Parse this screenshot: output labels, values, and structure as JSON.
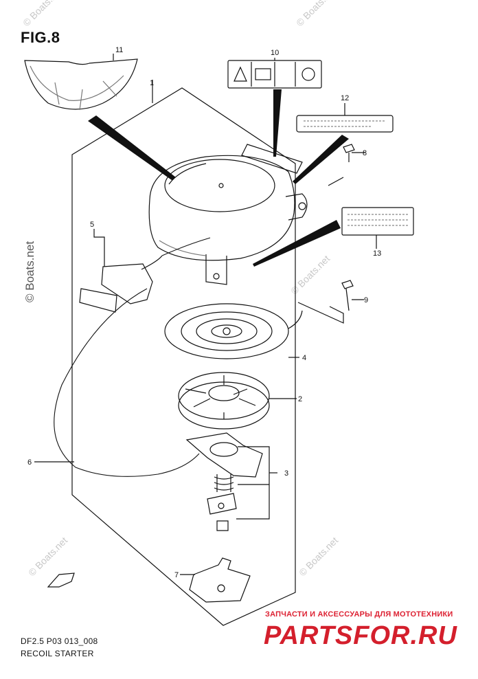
{
  "figure": {
    "title": "FIG.8",
    "caption_code": "DF2.5 P03 013_008",
    "caption_name": "RECOIL STARTER"
  },
  "watermarks": {
    "main": "© Boats.net",
    "corner": "© Boats.net"
  },
  "brand": {
    "tagline": "ЗАПЧАСТИ И АКСЕССУАРЫ ДЛЯ МОТОТЕХНИКИ",
    "name": "PARTSFOR.RU"
  },
  "callouts": {
    "c1": "1",
    "c2": "2",
    "c3": "3",
    "c4": "4",
    "c5": "5",
    "c6": "6",
    "c7": "7",
    "c8": "8",
    "c9": "9",
    "c10": "10",
    "c11": "11",
    "c12": "12",
    "c13": "13"
  },
  "colors": {
    "ink": "#111111",
    "brand": "#d41f2c"
  }
}
